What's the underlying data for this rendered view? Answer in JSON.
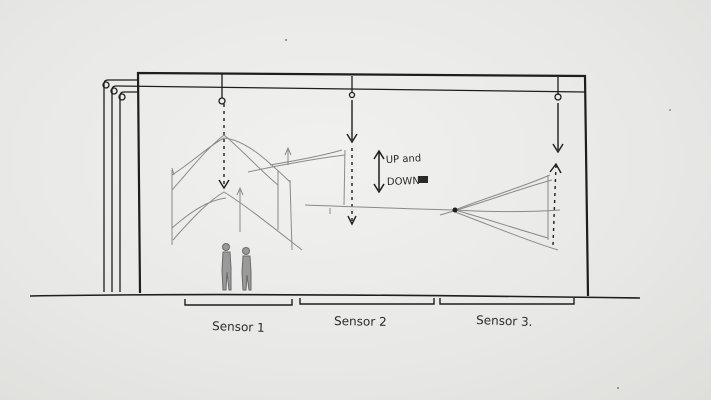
{
  "annotation": {
    "line1": "UP and",
    "line2": "DOWN"
  },
  "sensors": [
    {
      "label": "Sensor 1"
    },
    {
      "label": "Sensor 2"
    },
    {
      "label": "Sensor 3."
    }
  ],
  "colors": {
    "ink": "#1e1e1e",
    "pencil": "#8a8a8a",
    "paper": "#ececea"
  }
}
